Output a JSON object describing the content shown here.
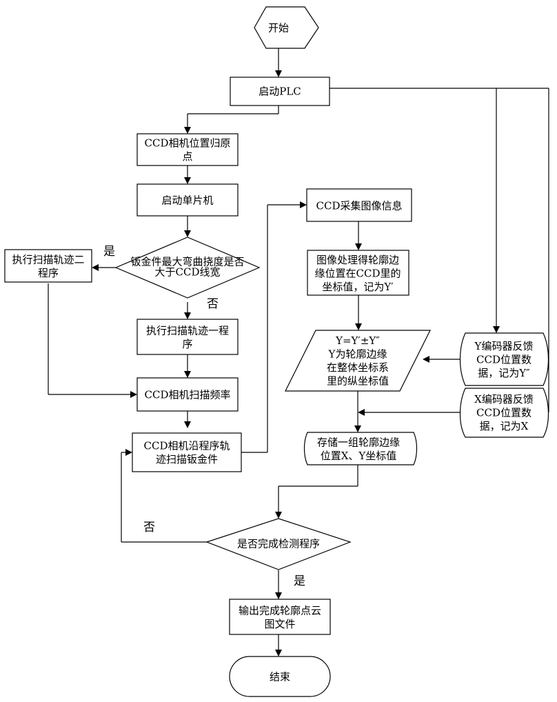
{
  "nodes": {
    "start": [
      "开始"
    ],
    "start_plc": [
      "启动PLC"
    ],
    "ccd_home": [
      "CCD相机位置归原",
      "点"
    ],
    "start_mcu": [
      "启动单片机"
    ],
    "decision_deflection": [
      "钣金件最大弯曲挠度是否",
      "大于CCD线宽"
    ],
    "exec_track2": [
      "执行扫描轨迹二",
      "程序"
    ],
    "exec_track1": [
      "执行扫描轨迹一程",
      "序"
    ],
    "ccd_freq": [
      "CCD相机扫描频率"
    ],
    "ccd_scan": [
      "CCD相机沿程序轨",
      "迹扫描钣金件"
    ],
    "ccd_capture": [
      "CCD采集图像信息"
    ],
    "image_proc": [
      "图像处理得轮廓边",
      "缘位置在CCD里的",
      "坐标值，记为Y′"
    ],
    "y_calc": [
      "Y=Y′±Y″",
      "Y为轮廓边缘",
      "在整体坐标系",
      "里的纵坐标值"
    ],
    "y_encoder": [
      "Y编码器反馈",
      "CCD位置数",
      "据，记为Y″"
    ],
    "x_encoder": [
      "X编码器反馈",
      "CCD位置数",
      "据，记为X"
    ],
    "store_xy": [
      "存储一组轮廓边缘",
      "位置X、Y坐标值"
    ],
    "decision_done": [
      "是否完成检测程序"
    ],
    "output_cloud": [
      "输出完成轮廓点云",
      "图文件"
    ],
    "end": [
      "结束"
    ]
  },
  "edge_labels": {
    "yes_track2": "是",
    "no_track1": "否",
    "no_loop": "否",
    "yes_output": "是"
  }
}
